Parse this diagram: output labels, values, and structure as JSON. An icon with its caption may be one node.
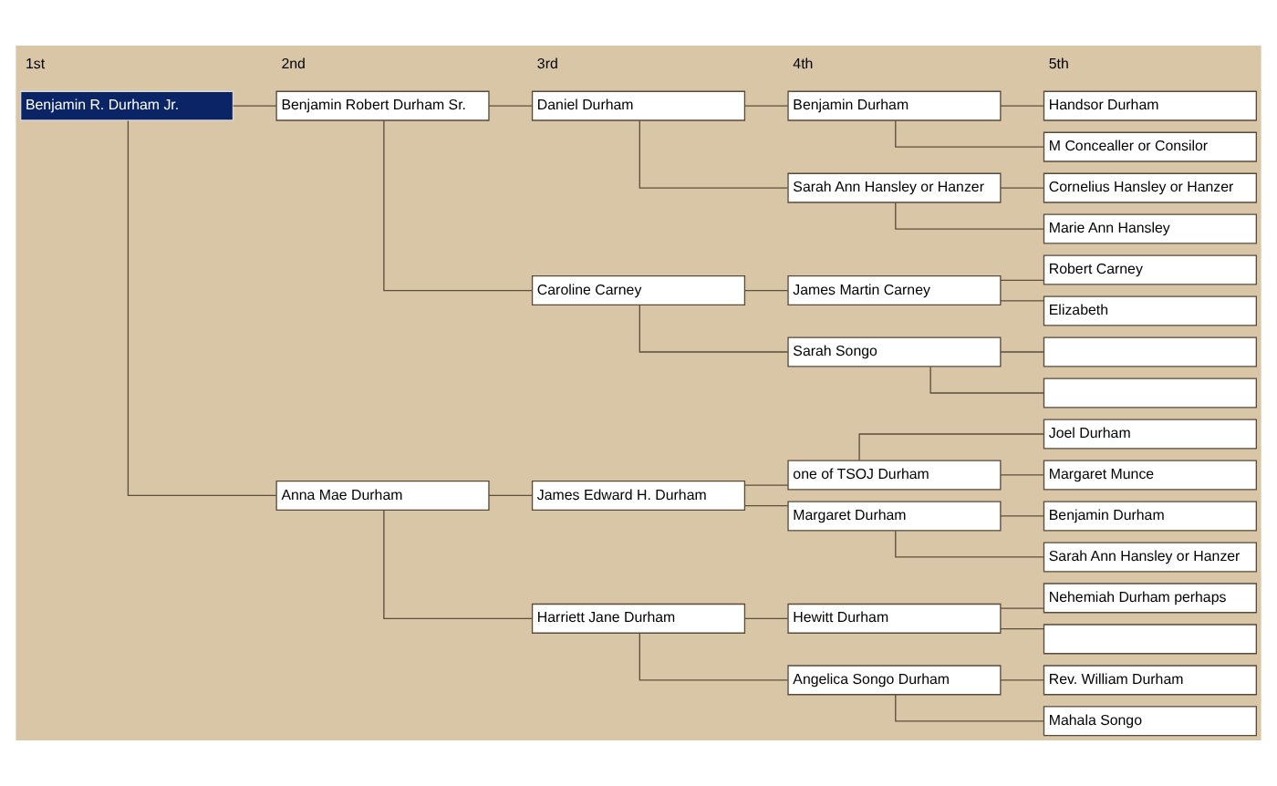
{
  "diagram": {
    "nodes": [
      {
        "text": [
          "Benjamin R. Durham Jr."
        ]
      },
      {
        "text": [
          "Benjamin Robert Durham Sr."
        ]
      },
      {
        "text": [
          "Anna Mae Durham"
        ]
      },
      {
        "text": [
          "Daniel Durham"
        ]
      },
      {
        "text": [
          "Caroline Carney"
        ]
      },
      {
        "text": [
          "James Edward H. Durham"
        ]
      },
      {
        "text": [
          "Harriett Jane Durham"
        ]
      },
      {
        "text": [
          "Benjamin Durham"
        ]
      },
      {
        "text": [
          "Sarah Ann Hansley or Hanzer"
        ]
      },
      {
        "text": [
          "James Martin Carney"
        ]
      },
      {
        "text": [
          "Sarah Songo"
        ]
      },
      {
        "text": [
          "one of TSOJ Durham"
        ]
      },
      {
        "text": [
          "Margaret Durham"
        ]
      },
      {
        "text": [
          "Hewitt Durham"
        ]
      },
      {
        "text": [
          "Angelica Songo Durham"
        ]
      },
      {
        "text": [
          "Handsor Durham"
        ]
      },
      {
        "text": [
          "M Concealler or Consilor"
        ]
      },
      {
        "text": [
          "Cornelius Hansley or Hanzer"
        ]
      },
      {
        "text": [
          "Marie Ann Hansley"
        ]
      },
      {
        "text": [
          "Robert Carney"
        ]
      },
      {
        "text": [
          "Elizabeth"
        ]
      },
      {
        "text": [],
        "shape": "box"
      },
      {
        "text": [],
        "shape": "box"
      },
      {
        "text": [
          "Joel Durham"
        ]
      },
      {
        "text": [
          "Margaret Munce"
        ]
      },
      {
        "text": [
          "Benjamin Durham"
        ]
      },
      {
        "text": [
          "Sarah Ann Hansley or Hanzer"
        ]
      },
      {
        "text": [
          "Nehemiah Durham perhaps"
        ]
      },
      {
        "text": [],
        "shape": "box"
      },
      {
        "text": [
          "Rev. William Durham"
        ]
      },
      {
        "text": [
          "Mahala Songo"
        ]
      }
    ],
    "edges": [
      {
        "from": 0,
        "to": 1,
        "arrow": "none"
      },
      {
        "from": 0,
        "to": 2,
        "arrow": "none"
      },
      {
        "from": 1,
        "to": 3,
        "arrow": "none"
      },
      {
        "from": 1,
        "to": 4,
        "arrow": "none"
      },
      {
        "from": 2,
        "to": 5,
        "arrow": "none"
      },
      {
        "from": 2,
        "to": 6,
        "arrow": "none"
      },
      {
        "from": 3,
        "to": 7,
        "arrow": "none"
      },
      {
        "from": 3,
        "to": 8,
        "arrow": "none"
      },
      {
        "from": 4,
        "to": 9,
        "arrow": "none"
      },
      {
        "from": 4,
        "to": 10,
        "arrow": "none"
      },
      {
        "from": 5,
        "to": 11,
        "arrow": "none"
      },
      {
        "from": 5,
        "to": 12,
        "arrow": "none"
      },
      {
        "from": 6,
        "to": 13,
        "arrow": "none"
      },
      {
        "from": 6,
        "to": 14,
        "arrow": "none"
      },
      {
        "from": 7,
        "to": 15,
        "arrow": "none"
      },
      {
        "from": 7,
        "to": 16,
        "arrow": "none"
      },
      {
        "from": 8,
        "to": 17,
        "arrow": "none"
      },
      {
        "from": 8,
        "to": 18,
        "arrow": "none"
      },
      {
        "from": 9,
        "to": 19,
        "arrow": "none"
      },
      {
        "from": 9,
        "to": 20,
        "arrow": "none"
      },
      {
        "from": 10,
        "to": 21,
        "arrow": "none"
      },
      {
        "from": 10,
        "to": 22,
        "arrow": "none"
      },
      {
        "from": 11,
        "to": 23,
        "arrow": "none"
      },
      {
        "from": 11,
        "to": 24,
        "arrow": "none"
      },
      {
        "from": 12,
        "to": 25,
        "arrow": "none"
      },
      {
        "from": 12,
        "to": 26,
        "arrow": "none"
      },
      {
        "from": 13,
        "to": 27,
        "arrow": "none"
      },
      {
        "from": 13,
        "to": 28,
        "arrow": "none"
      },
      {
        "from": 14,
        "to": 29,
        "arrow": "none"
      },
      {
        "from": 14,
        "to": 30,
        "arrow": "none"
      }
    ],
    "labels": [
      "1st",
      "2nd",
      "3rd",
      "4th",
      "5th"
    ]
  }
}
